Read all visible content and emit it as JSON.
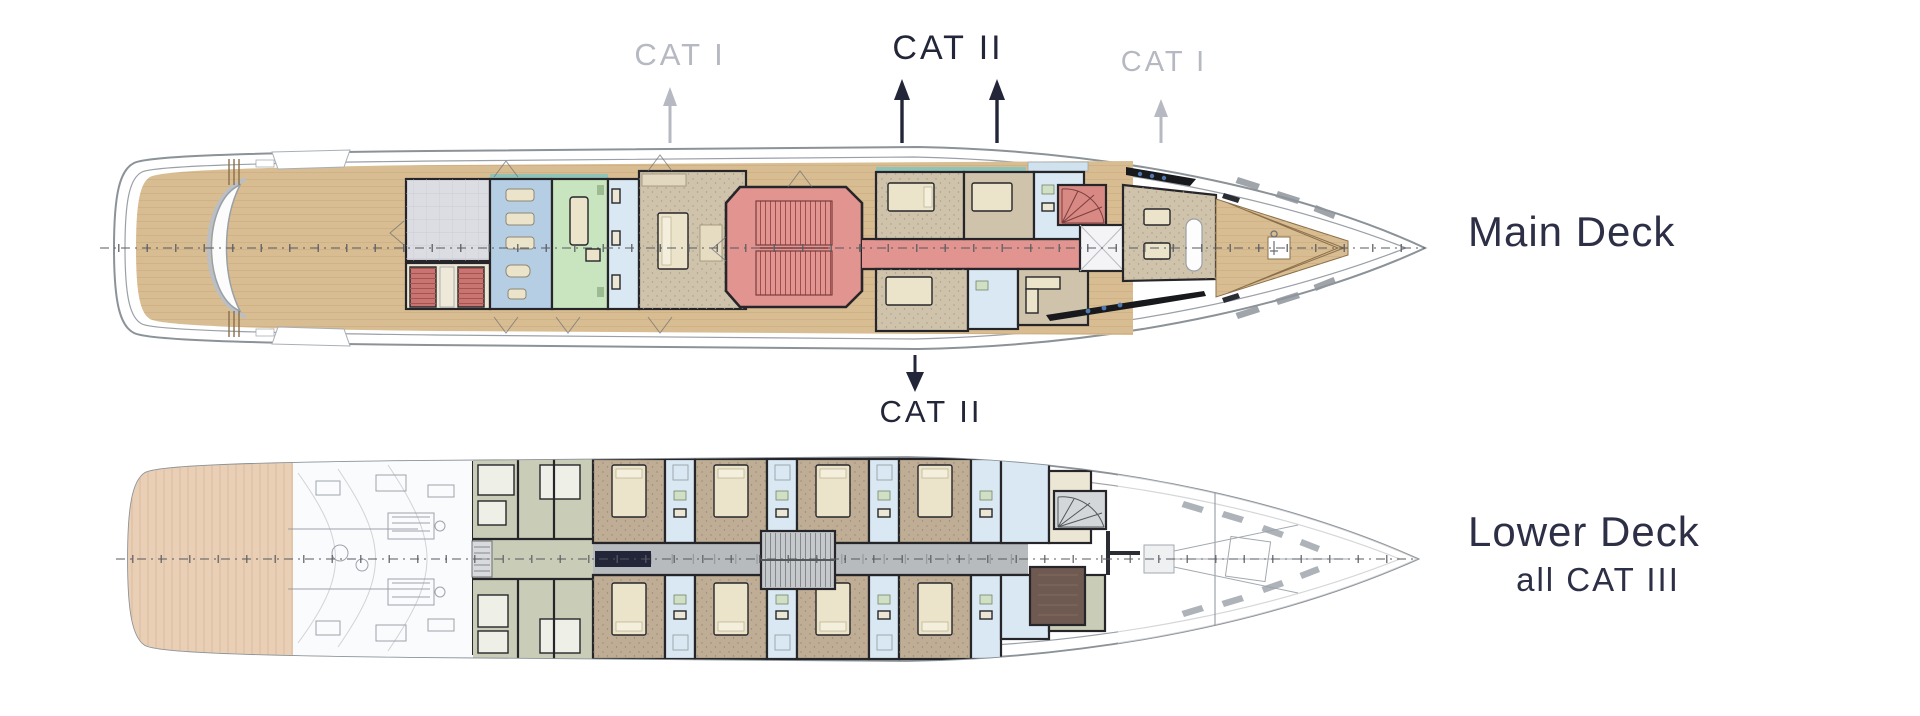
{
  "labels": {
    "cat1_left": "CAT I",
    "cat2_top": "CAT II",
    "cat1_right": "CAT I",
    "cat2_bottom": "CAT II",
    "main_deck": "Main Deck",
    "lower_deck": "Lower Deck",
    "lower_deck_sub": "all CAT III"
  },
  "decks": [
    {
      "name": "Main Deck",
      "categories_marked": [
        "CAT I",
        "CAT II"
      ]
    },
    {
      "name": "Lower Deck",
      "note": "all CAT III"
    }
  ],
  "colors": {
    "ink": "#232539",
    "graylabel": "#b6b8c2",
    "title": "#2d2f46",
    "wall": "#26262a",
    "hull": "#8b9298",
    "teak": "#d9bd92",
    "grain": "#c3a273",
    "grayroom": "#dcdce3",
    "gym": "#b5cee4",
    "green": "#c8e5bf",
    "pblue": "#d9e8f3",
    "beige": "#cfc3ab",
    "bed": "#ebe3ca",
    "red": "#e29490",
    "redstair": "#c97470",
    "teal": "#8fc3b8",
    "dark": "#17191d",
    "pink": "#e9cfb5",
    "olive": "#c9ccb7",
    "tan": "#bfae95",
    "corridor": "#b7bbbd",
    "stairgray": "#c6c9cb",
    "navy": "#232539",
    "brown": "#6f5a52",
    "ghost": "#f2f4f6",
    "chrome": "#b9bfc5",
    "bluedot": "#4f79ad"
  }
}
